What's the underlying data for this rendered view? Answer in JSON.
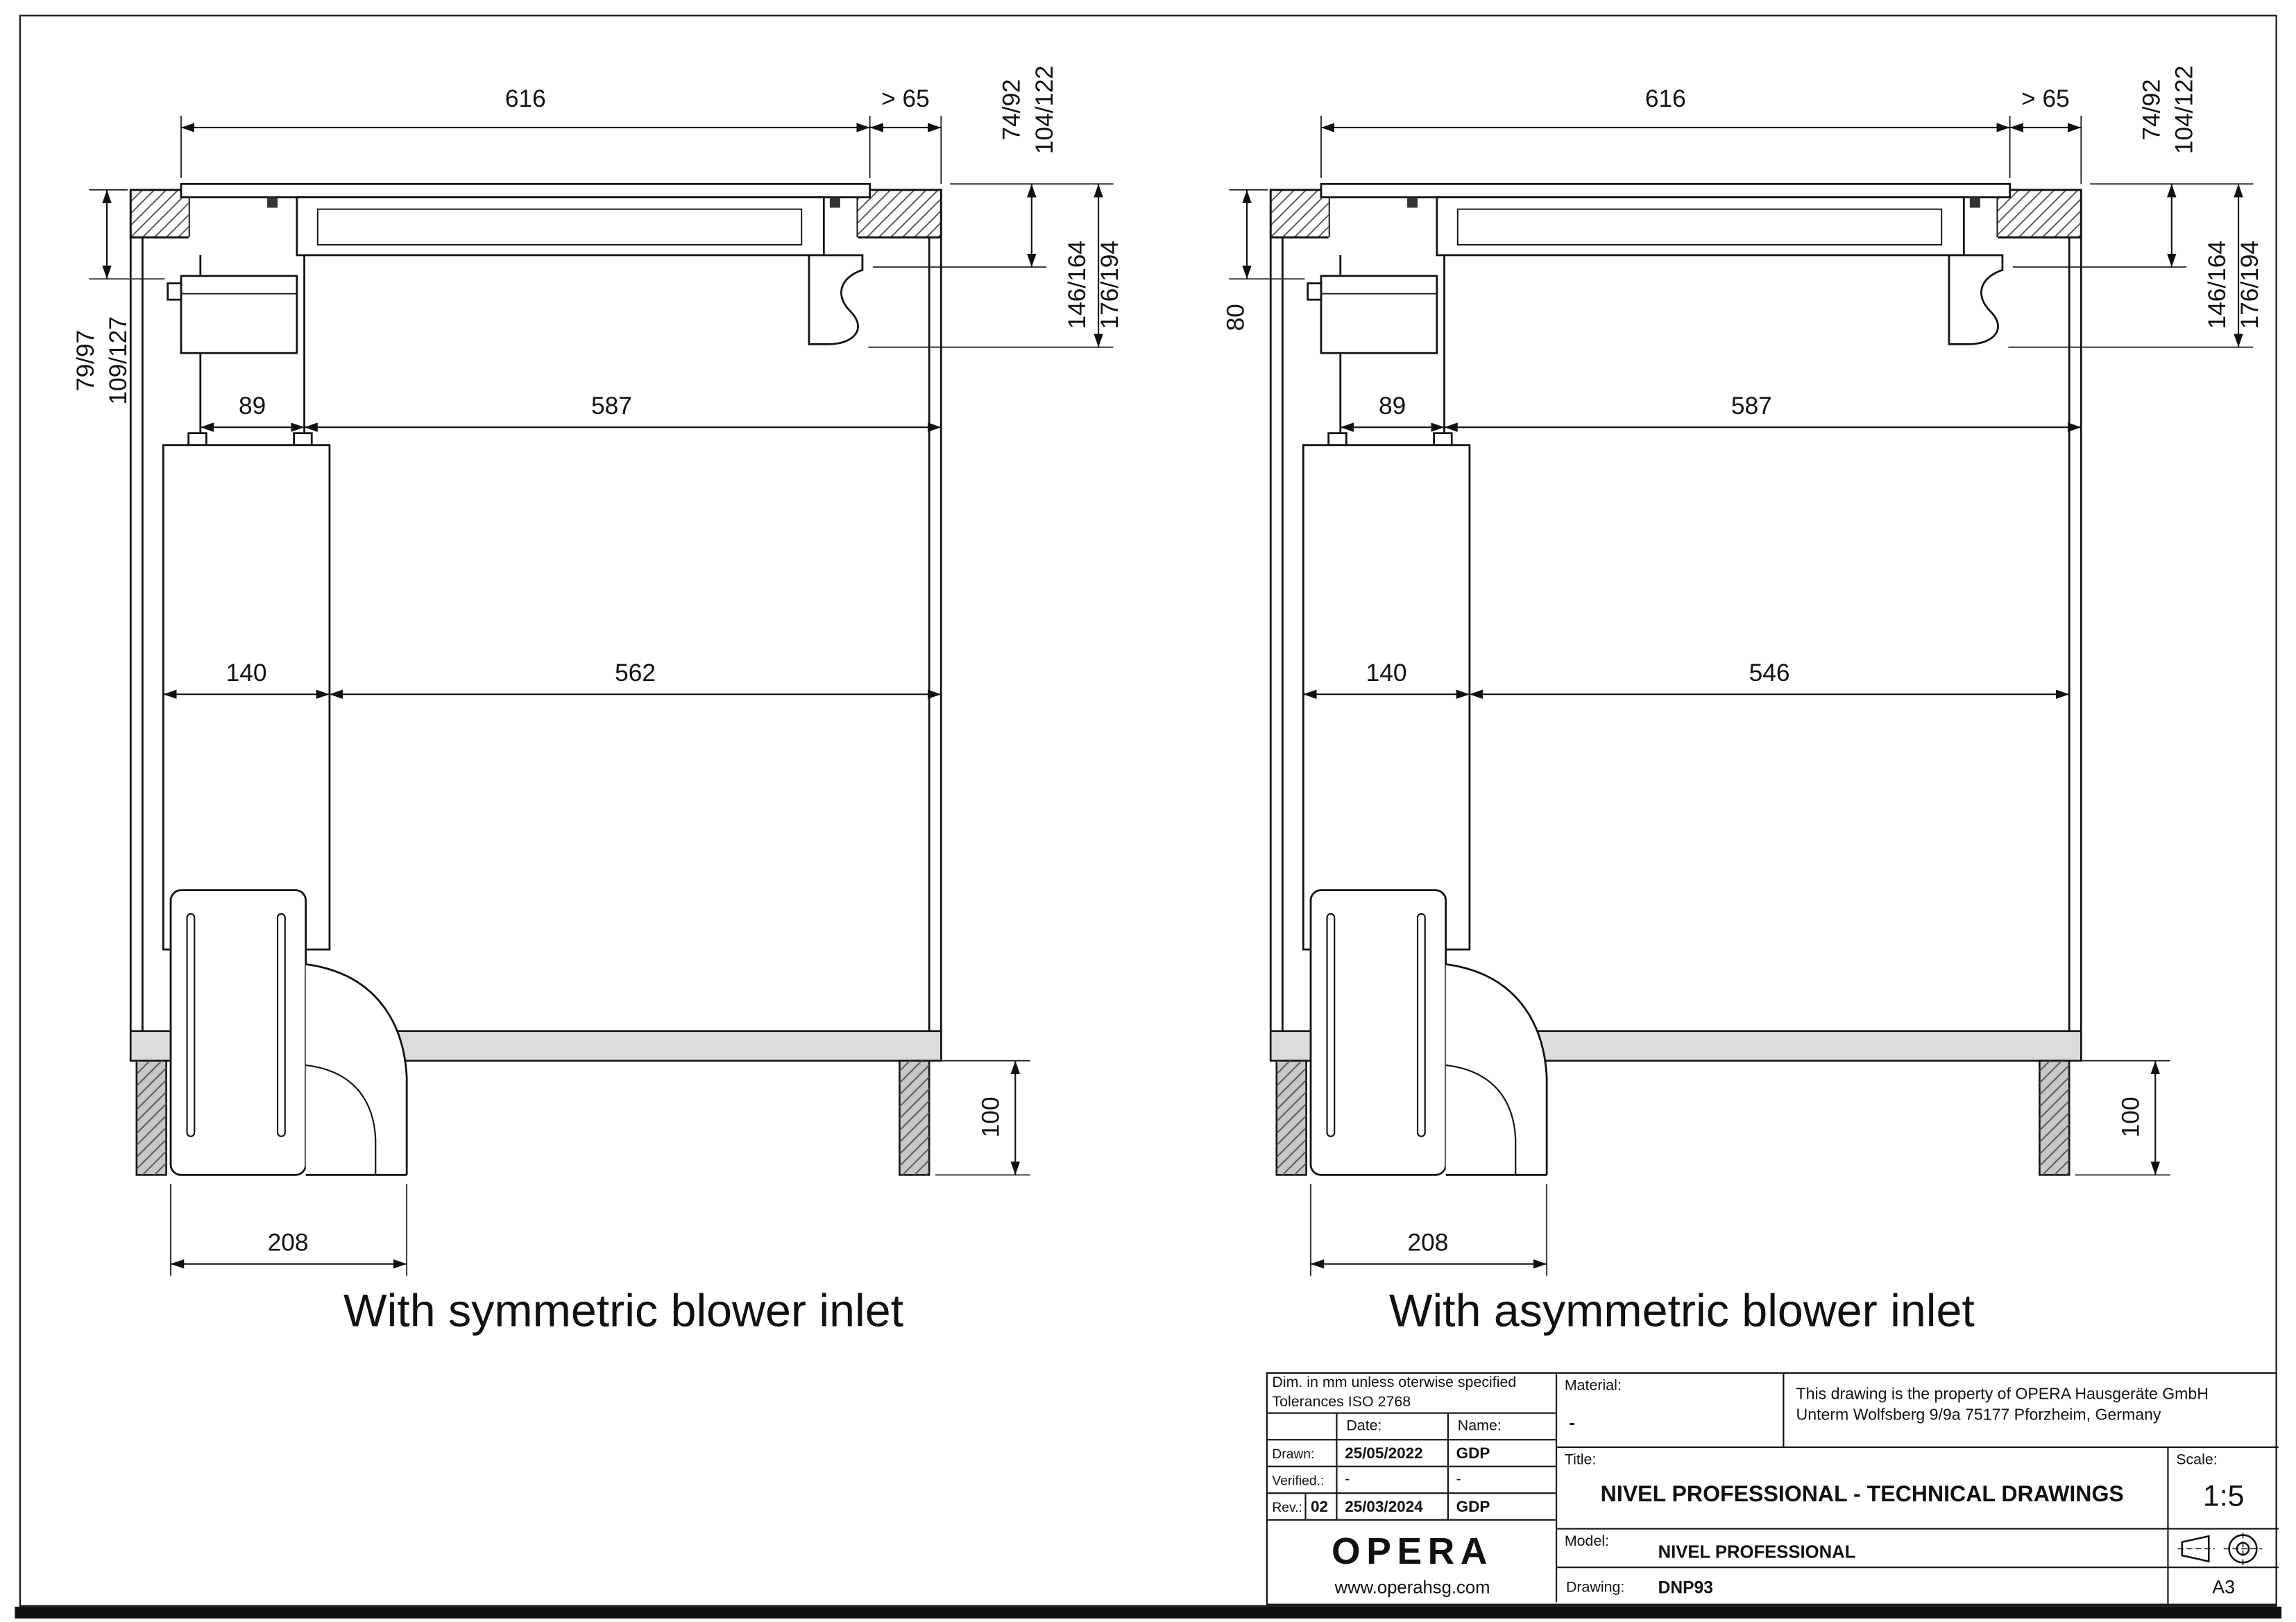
{
  "sheet": {
    "views": [
      {
        "caption": "With symmetric blower inlet",
        "dims": {
          "top_width": "616",
          "edge_gap": "> 65",
          "right_a1": "74/92",
          "right_a2": "104/122",
          "right_b1": "146/164",
          "right_b2": "176/194",
          "left_a": "79/97",
          "left_b": "109/127",
          "duct_width": "89",
          "inner_width": "587",
          "housing_width": "140",
          "interior_width": "562",
          "leg_height": "100",
          "outlet_width": "208"
        }
      },
      {
        "caption": "With asymmetric blower inlet",
        "dims": {
          "top_width": "616",
          "edge_gap": "> 65",
          "right_a1": "74/92",
          "right_a2": "104/122",
          "right_b1": "146/164",
          "right_b2": "176/194",
          "left_a": "80",
          "duct_width": "89",
          "inner_width": "587",
          "housing_width": "140",
          "interior_width": "546",
          "leg_height": "100",
          "outlet_width": "208"
        }
      }
    ],
    "title_block": {
      "tolerance_note_line1": "Dim. in mm unless oterwise specified",
      "tolerance_note_line2": "Tolerances ISO 2768",
      "date_header": "Date:",
      "name_header": "Name:",
      "drawn_label": "Drawn:",
      "drawn_date": "25/05/2022",
      "drawn_name": "GDP",
      "verified_label": "Verified.:",
      "verified_date": "-",
      "verified_name": "-",
      "rev_label": "Rev.:",
      "rev_number": "02",
      "rev_date": "25/03/2024",
      "rev_name": "GDP",
      "logo_text": "OPERA",
      "website": "www.operahsg.com",
      "material_label": "Material:",
      "material_value": "-",
      "property_line1": "This drawing is the property of OPERA Hausgeräte GmbH",
      "property_line2": "Unterm Wolfsberg 9/9a 75177 Pforzheim, Germany",
      "title_label": "Title:",
      "title_value": "NIVEL PROFESSIONAL - TECHNICAL DRAWINGS",
      "scale_label": "Scale:",
      "scale_value": "1:5",
      "model_label": "Model:",
      "model_value": "NIVEL PROFESSIONAL",
      "drawing_label": "Drawing:",
      "drawing_value": "DNP93",
      "sheet_size": "A3"
    }
  }
}
